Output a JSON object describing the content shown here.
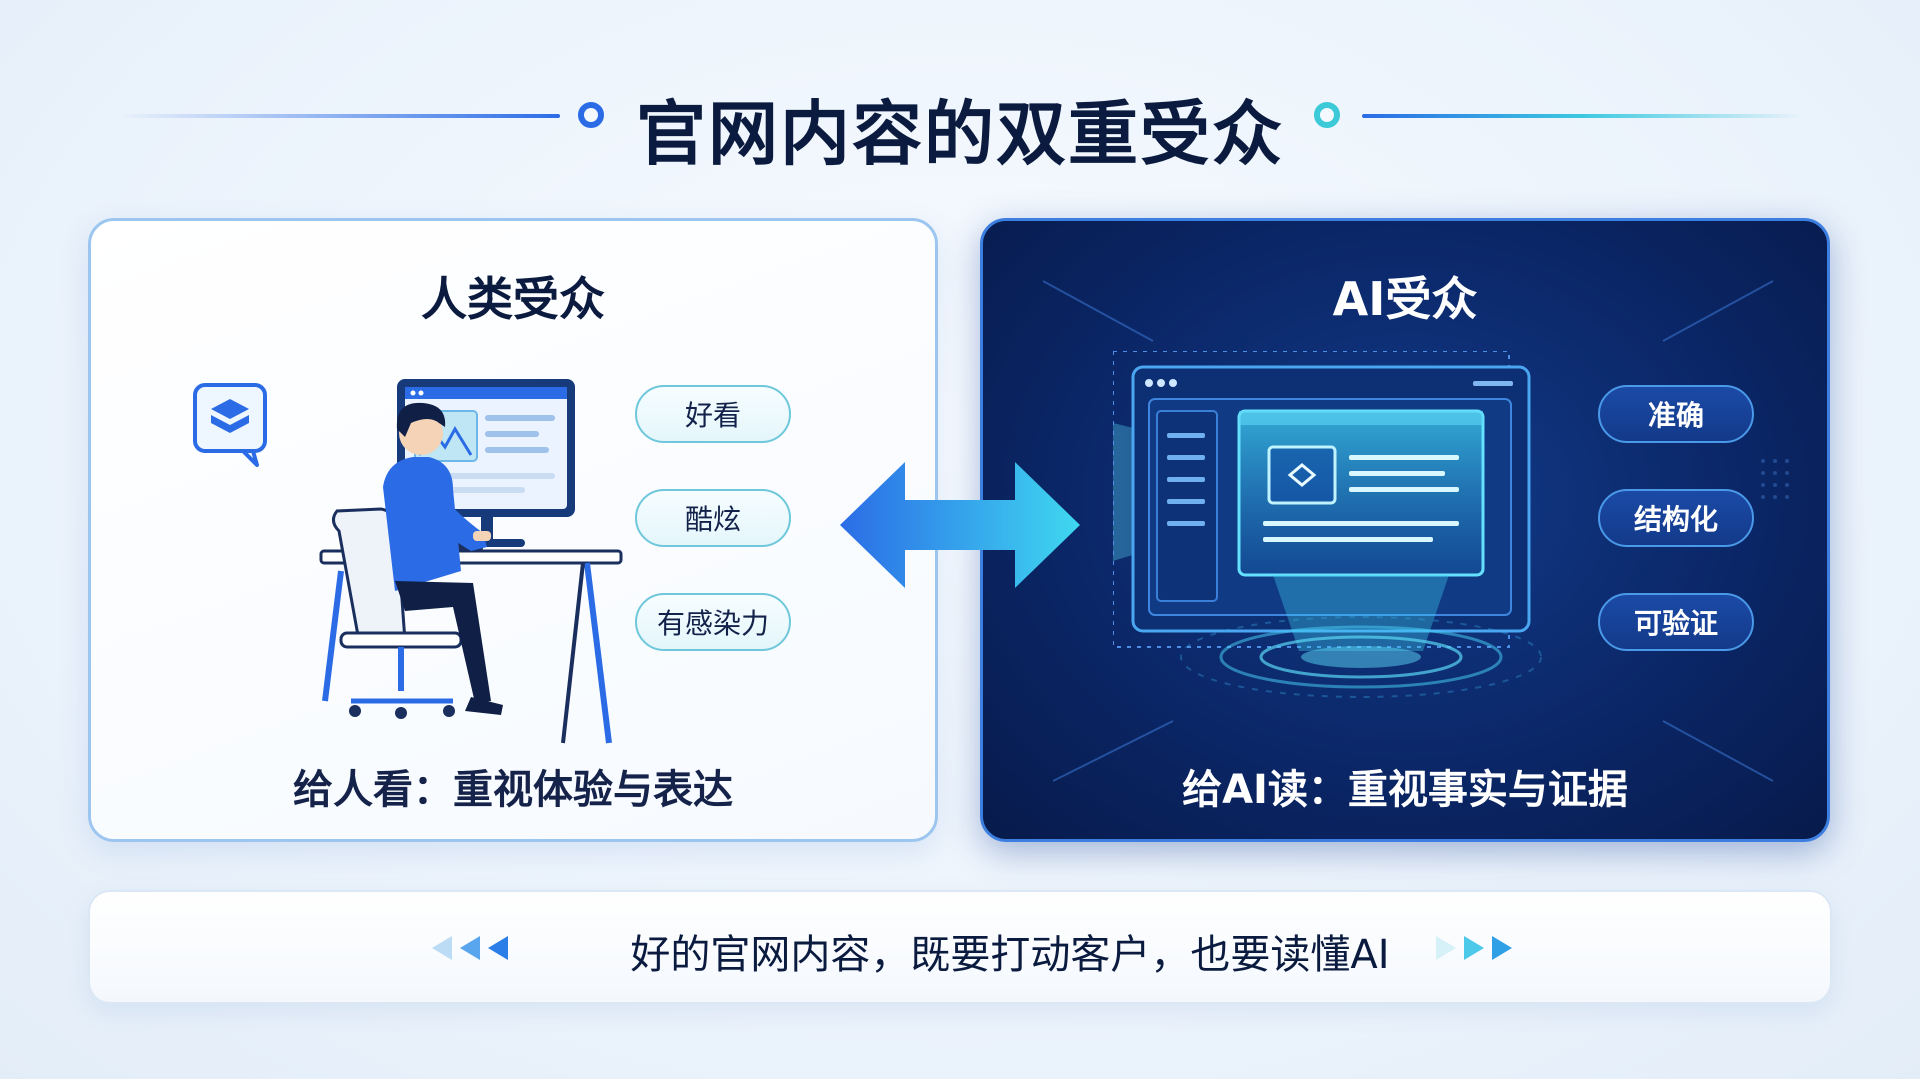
{
  "header": {
    "title": "官网内容的双重受众"
  },
  "human_panel": {
    "title": "人类受众",
    "tags": [
      "好看",
      "酷炫",
      "有感染力"
    ],
    "caption": "给人看：重视体验与表达"
  },
  "ai_panel": {
    "title": "AI受众",
    "tags": [
      "准确",
      "结构化",
      "可验证"
    ],
    "caption": "给AI读：重视事实与证据"
  },
  "banner": {
    "text": "好的官网内容，既要打动客户，也要读懂AI"
  },
  "colors": {
    "brand_blue": "#2b6ce6",
    "cyan": "#3cc9e0",
    "navy": "#0b2768",
    "title_text": "#0b1b3f"
  },
  "icons": {
    "human_illustration": "person-at-computer-icon",
    "ai_illustration": "ai-screen-hologram-icon",
    "chat_bubble": "chat-bubble-box-icon",
    "center_arrow": "double-arrow-icon"
  }
}
